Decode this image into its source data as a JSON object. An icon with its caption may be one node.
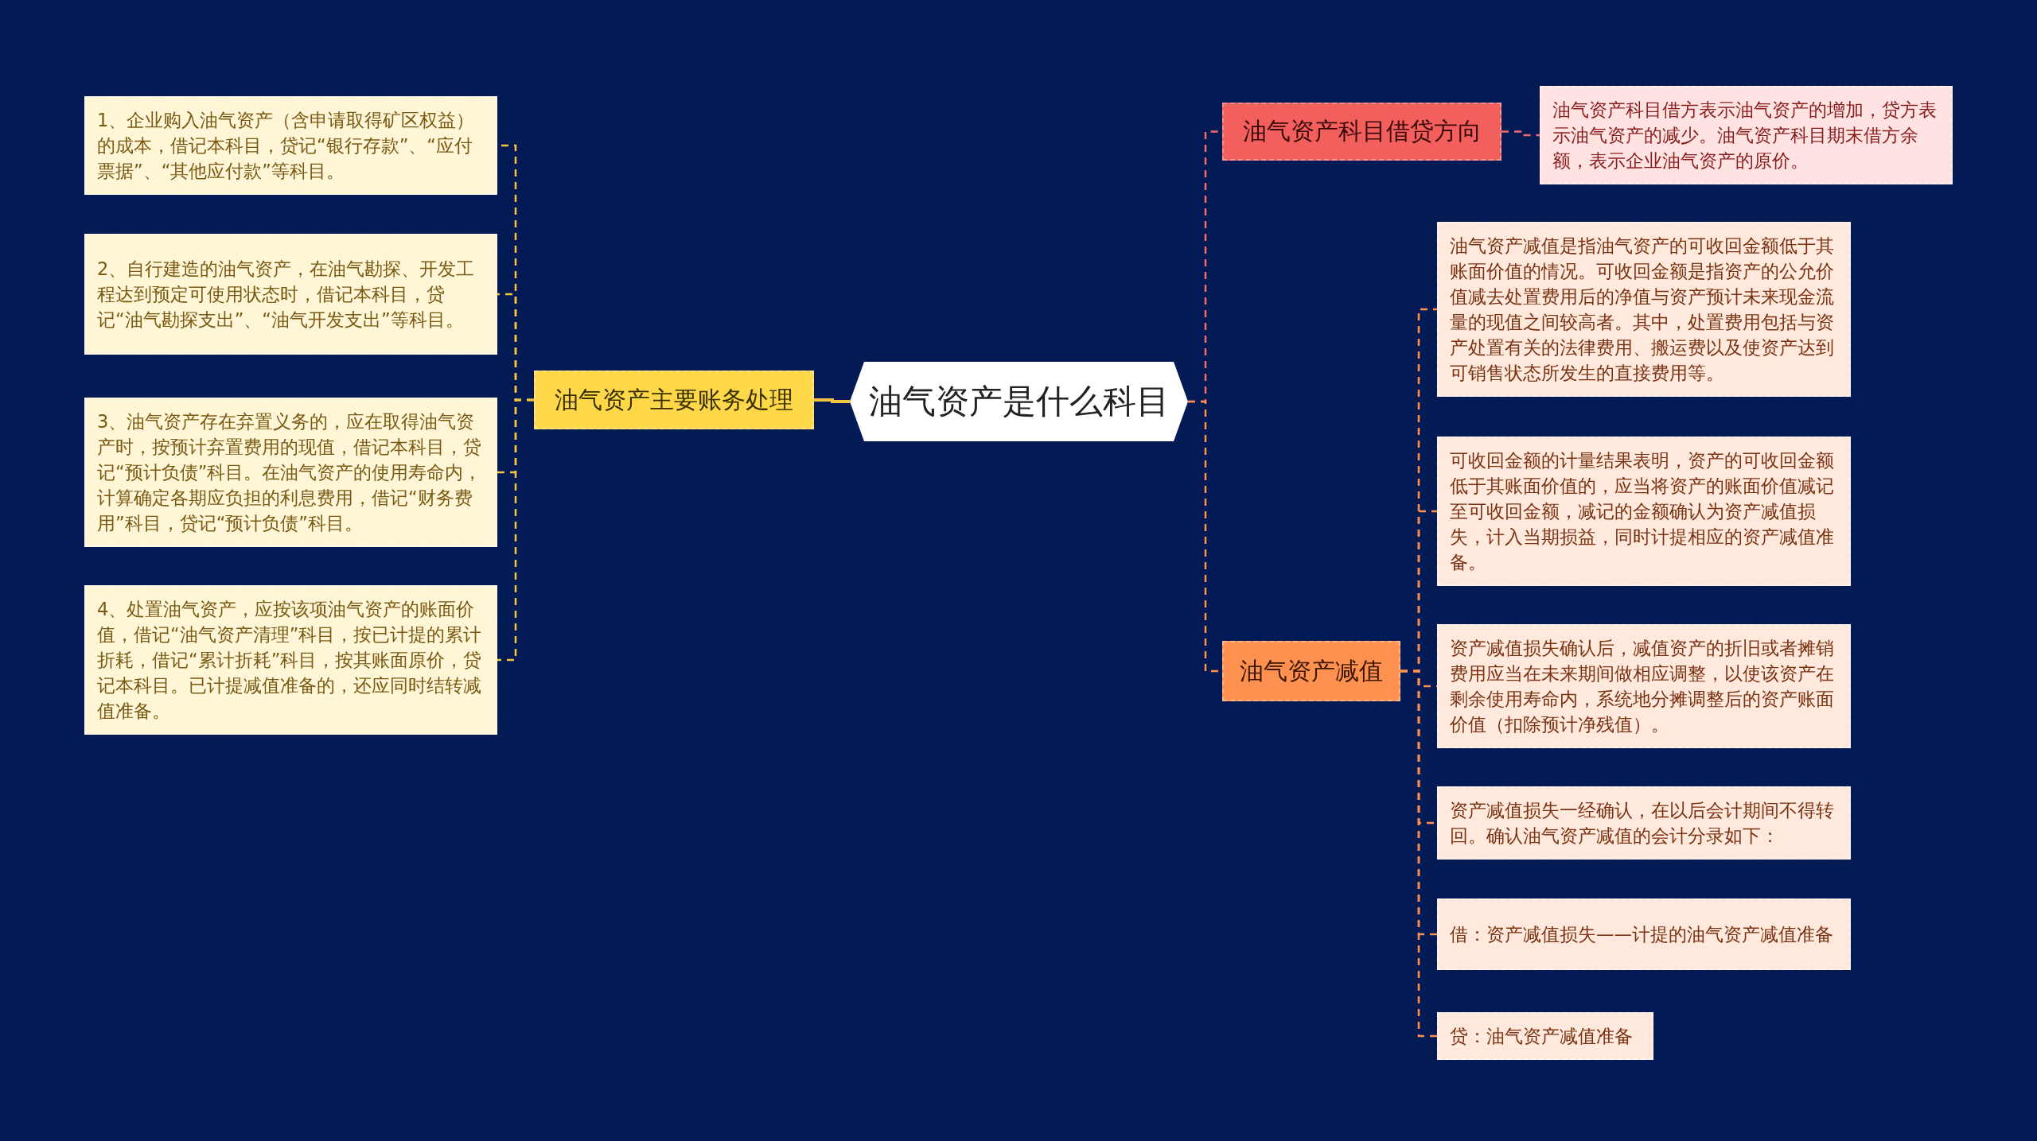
{
  "diagram": {
    "nodes": [
      {
        "text": [
          "油气资产是什么科目"
        ]
      },
      {
        "text": [
          "油气资产主要账务处理"
        ]
      },
      {
        "text": [
          "1、企业购入油气资产（含申请取得矿区权益）的成本，借记本科目，贷记“银行存款”、“应付票据”、“其他应付款”等科目。"
        ]
      },
      {
        "text": [
          "2、自行建造的油气资产，在油气勘探、开发工程达到预定可使用状态时，借记本科目，贷记“油气勘探支出”、“油气开发支出”等科目。"
        ]
      },
      {
        "text": [
          "3、油气资产存在弃置义务的，应在取得油气资产时，按预计弃置费用的现值，借记本科目，贷记“预计负债”科目。在油气资产的使用寿命内，计算确定各期应负担的利息费用，借记“财务费用”科目，贷记“预计负债”科目。"
        ]
      },
      {
        "text": [
          "4、处置油气资产，应按该项油气资产的账面价值，借记“油气资产清理”科目，按已计提的累计折耗，借记“累计折耗”科目，按其账面原价，贷记本科目。已计提减值准备的，还应同时结转减值准备。"
        ]
      },
      {
        "text": [
          "油气资产科目借贷方向"
        ]
      },
      {
        "text": [
          "油气资产科目借方表示油气资产的增加，贷方表示油气资产的减少。油气资产科目期末借方余额，表示企业油气资产的原价。"
        ]
      },
      {
        "text": [
          "油气资产减值"
        ]
      },
      {
        "text": [
          "油气资产减值是指油气资产的可收回金额低于其账面价值的情况。可收回金额是指资产的公允价值减去处置费用后的净值与资产预计未来现金流量的现值之间较高者。其中，处置费用包括与资产处置有关的法律费用、搬运费以及使资产达到可销售状态所发生的直接费用等。"
        ]
      },
      {
        "text": [
          "可收回金额的计量结果表明，资产的可收回金额低于其账面价值的，应当将资产的账面价值减记至可收回金额，减记的金额确认为资产减值损失，计入当期损益，同时计提相应的资产减值准备。"
        ]
      },
      {
        "text": [
          "资产减值损失确认后，减值资产的折旧或者摊销费用应当在未来期间做相应调整，以使该资产在剩余使用寿命内，系统地分摊调整后的资产账面价值（扣除预计净残值）。"
        ]
      },
      {
        "text": [
          "资产减值损失一经确认，在以后会计期间不得转回。确认油气资产减值的会计分录如下："
        ]
      },
      {
        "text": [
          "借：资产减值损失——计提的油气资产减值准备"
        ]
      },
      {
        "text": [
          "贷：油气资产减值准备"
        ]
      }
    ],
    "edges": [
      {
        "from": 0,
        "to": 1,
        "arrow": "none",
        "color": "#f5c542"
      },
      {
        "from": 1,
        "to": 2,
        "arrow": "none",
        "style": "dashed",
        "color": "#f5c542"
      },
      {
        "from": 1,
        "to": 3,
        "arrow": "none",
        "style": "dashed",
        "color": "#f5c542"
      },
      {
        "from": 1,
        "to": 4,
        "arrow": "none",
        "style": "dashed",
        "color": "#f5c542"
      },
      {
        "from": 1,
        "to": 5,
        "arrow": "none",
        "style": "dashed",
        "color": "#f5c542"
      },
      {
        "from": 0,
        "to": 6,
        "arrow": "none",
        "style": "dashed",
        "color": "#f26b6b"
      },
      {
        "from": 6,
        "to": 7,
        "arrow": "none",
        "style": "dashed",
        "color": "#f26b6b"
      },
      {
        "from": 0,
        "to": 8,
        "arrow": "none",
        "style": "dashed"
      },
      {
        "from": 8,
        "to": 9,
        "arrow": "none",
        "style": "dashed"
      },
      {
        "from": 8,
        "to": 10,
        "arrow": "none",
        "style": "dashed"
      },
      {
        "from": 8,
        "to": 11,
        "arrow": "none",
        "style": "dashed"
      },
      {
        "from": 8,
        "to": 12,
        "arrow": "none",
        "style": "dashed"
      },
      {
        "from": 8,
        "to": 13,
        "arrow": "none",
        "style": "dashed"
      },
      {
        "from": 8,
        "to": 14,
        "arrow": "none",
        "style": "dashed"
      }
    ]
  }
}
